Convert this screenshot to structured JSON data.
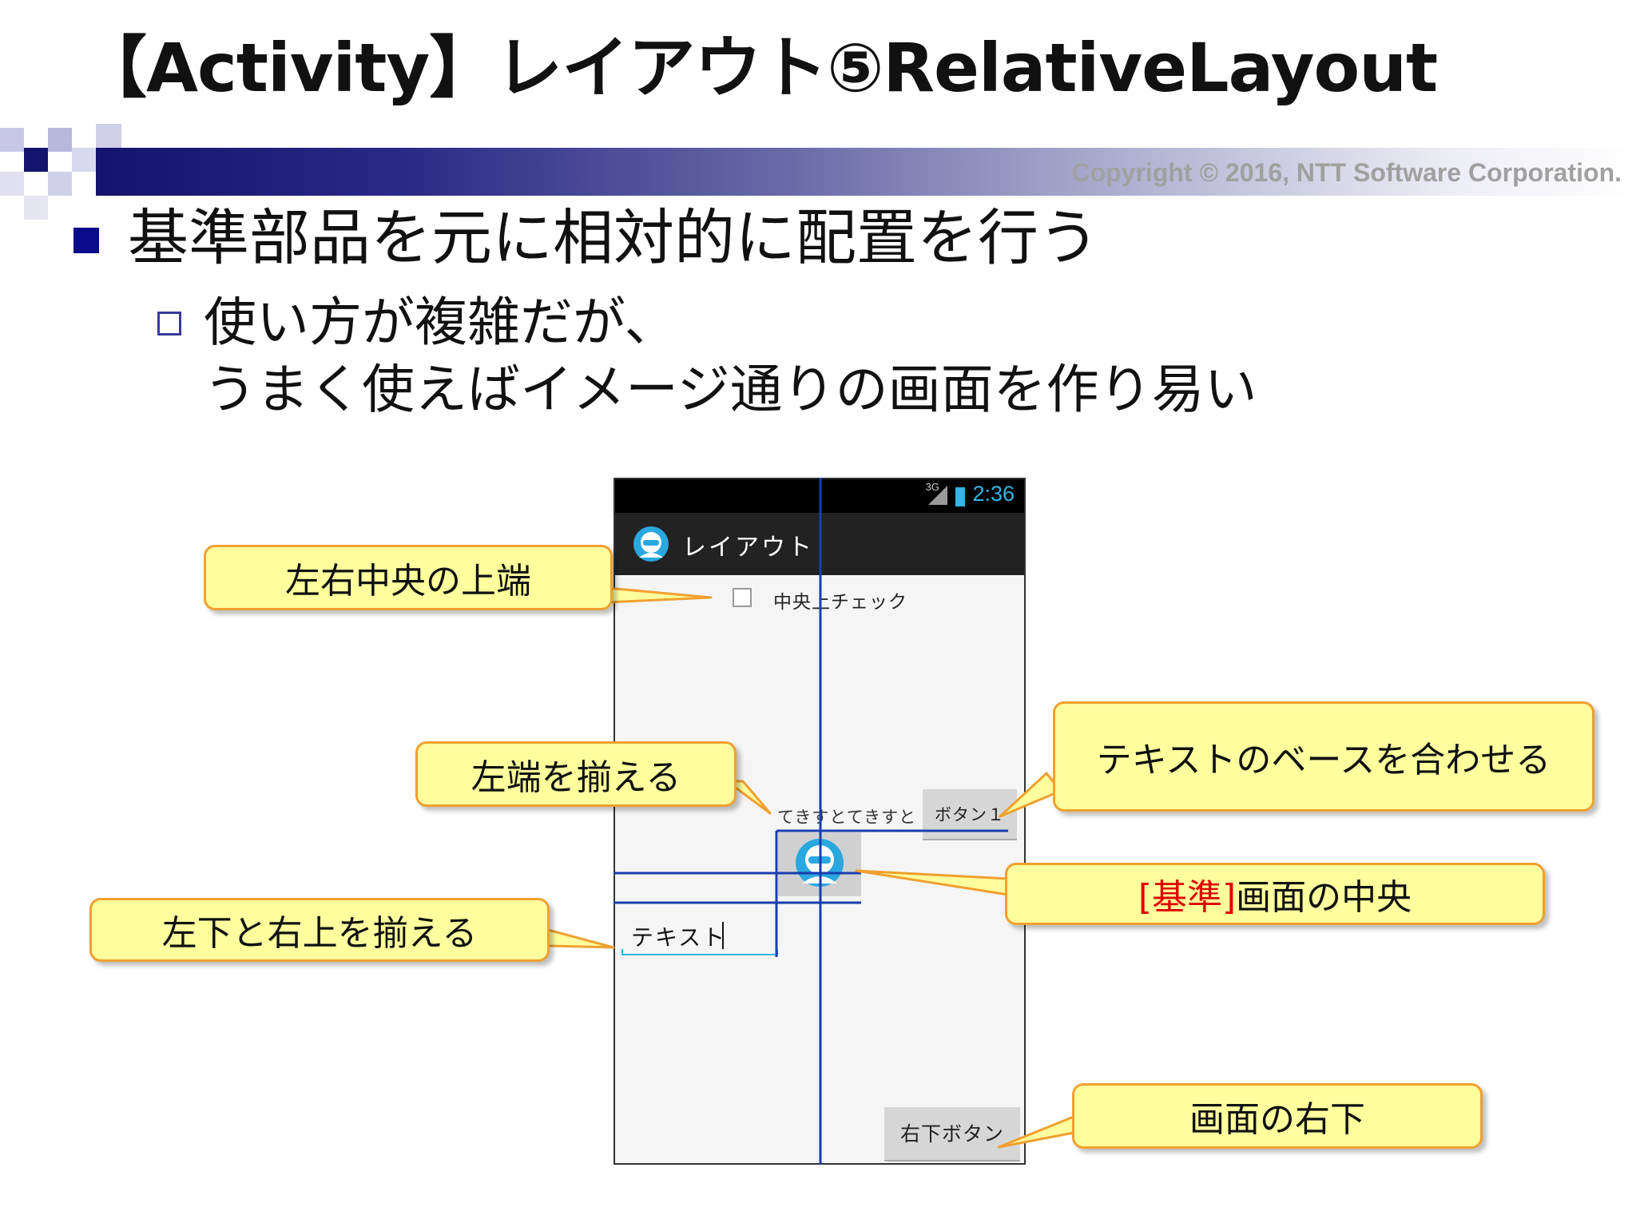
{
  "slide": {
    "title": "【Activity】レイアウト⑤RelativeLayout",
    "copyright": "Copyright © 2016, NTT Software Corporation.",
    "bullet1": "基準部品を元に相対的に配置を行う",
    "bullet2_line1": "使い方が複雑だが、",
    "bullet2_line2": "うまく使えばイメージ通りの画面を作り易い"
  },
  "phone": {
    "status_network": "3G",
    "status_time": "2:36",
    "app_title": "レイアウト",
    "app_icon": "android-avatar-icon",
    "checkbox_label": "中央上チェック",
    "checkbox_checked": false,
    "text_view": "てきすとてきすと",
    "button1": "ボタン１",
    "image_button_icon": "android-avatar-icon",
    "edit_text": "テキスト",
    "button_bottom_right": "右下ボタン"
  },
  "callouts": {
    "top_center": "左右中央の上端",
    "align_left": "左端を揃える",
    "baseline": "テキストのベースを合わせる",
    "center_prefix": "[基準]",
    "center_text": "画面の中央",
    "bottom_left_top_right": "左下と右上を揃える",
    "bottom_right": "画面の右下"
  },
  "colors": {
    "guide_line": "#1a3db0",
    "callout_fill": "#ffff9e",
    "callout_border": "#f0a030",
    "accent_red": "#e00000",
    "holo_blue": "#33b5e5"
  }
}
